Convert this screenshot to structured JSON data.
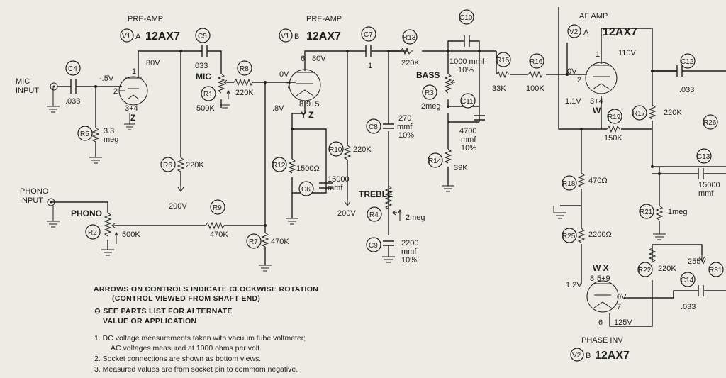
{
  "tubes": {
    "v1a": {
      "ref": "V1",
      "section": "A",
      "type": "12AX7",
      "title": "PRE-AMP"
    },
    "v1b": {
      "ref": "V1",
      "section": "B",
      "type": "12AX7",
      "title": "PRE-AMP"
    },
    "v2a": {
      "ref": "V2",
      "section": "A",
      "type": "12AX7",
      "title": "AF AMP"
    },
    "v2b": {
      "ref": "V2",
      "section": "B",
      "type": "12AX7",
      "title": "PHASE INV"
    }
  },
  "inputs": {
    "mic": [
      "MIC",
      "INPUT"
    ],
    "phono": [
      "PHONO",
      "INPUT"
    ]
  },
  "controls": {
    "mic": "MIC",
    "phono": "PHONO",
    "bass": "BASS",
    "treble": "TREBLE"
  },
  "parts": {
    "C4": {
      "ref": "C4",
      "value": ".033"
    },
    "C5": {
      "ref": "C5",
      "value": ".033"
    },
    "C6": {
      "ref": "C6",
      "value": [
        "15000",
        "mmf"
      ]
    },
    "C7": {
      "ref": "C7",
      "value": ".1"
    },
    "C8": {
      "ref": "C8",
      "value": [
        "270",
        "mmf",
        "10%"
      ]
    },
    "C9": {
      "ref": "C9",
      "value": [
        "2200",
        "mmf",
        "10%"
      ]
    },
    "C10": {
      "ref": "C10",
      "value": [
        "1000 mmf",
        "10%"
      ]
    },
    "C11": {
      "ref": "C11",
      "value": [
        "4700",
        "mmf",
        "10%"
      ]
    },
    "C12": {
      "ref": "C12",
      "value": ".033"
    },
    "C13": {
      "ref": "C13",
      "value": [
        "15000",
        "mmf"
      ]
    },
    "C14": {
      "ref": "C14",
      "value": ".033"
    },
    "R1": {
      "ref": "R1",
      "value": "500K"
    },
    "R2": {
      "ref": "R2",
      "value": "500K"
    },
    "R3": {
      "ref": "R3",
      "value": "2meg"
    },
    "R4": {
      "ref": "R4",
      "value": "2meg"
    },
    "R5": {
      "ref": "R5",
      "value": [
        "3.3",
        "meg"
      ]
    },
    "R6": {
      "ref": "R6",
      "value": "220K"
    },
    "R7": {
      "ref": "R7",
      "value": "470K"
    },
    "R8": {
      "ref": "R8",
      "value": "220K"
    },
    "R9": {
      "ref": "R9",
      "value": "470K"
    },
    "R10": {
      "ref": "R10",
      "value": "220K"
    },
    "R12": {
      "ref": "R12",
      "value": "1500Ω"
    },
    "R13": {
      "ref": "R13",
      "value": "220K"
    },
    "R14": {
      "ref": "R14",
      "value": "39K"
    },
    "R15": {
      "ref": "R15",
      "value": "33K"
    },
    "R16": {
      "ref": "R16",
      "value": "100K"
    },
    "R17": {
      "ref": "R17",
      "value": "220K"
    },
    "R18": {
      "ref": "R18",
      "value": "470Ω"
    },
    "R19": {
      "ref": "R19",
      "value": "150K"
    },
    "R21": {
      "ref": "R21",
      "value": "1meg"
    },
    "R22": {
      "ref": "R22",
      "value": "220K"
    },
    "R25": {
      "ref": "R25",
      "value": "2200Ω"
    },
    "R26": {
      "ref": "R26"
    },
    "R31": {
      "ref": "R31"
    }
  },
  "voltages": {
    "v1a_plate": "80V",
    "v1a_grid": "-.5V",
    "v1b_plate": "80V",
    "v1b_grid": "0V",
    "v1b_cathode": ".8V",
    "b_plus_1": "200V",
    "b_plus_2": "200V",
    "v2a_plate": "110V",
    "v2a_grid": "0V",
    "v2a_cathode": "1.1V",
    "v2b_grid": "1.2V",
    "v2b_grid2": "0V",
    "v2b_plate": "125V",
    "b_plus_3": "255V"
  },
  "pins": {
    "v1a": {
      "plate": "1",
      "grid": "2",
      "cathode": "3+4",
      "heater": "Z"
    },
    "v1b": {
      "plate": "6",
      "grid": "7",
      "cathode": "8",
      "heater": "9+5",
      "heater_label": "Y Z"
    },
    "v2a": {
      "plate": "1",
      "grid": "2",
      "cathode": "3+4",
      "heater": "W"
    },
    "v2b": {
      "plate": "6",
      "grid": "7",
      "cathode": "8",
      "heater": "5+9",
      "heater_label": "W X"
    }
  },
  "notes": {
    "arrows": [
      "ARROWS ON CONTROLS INDICATE CLOCKWISE ROTATION",
      "(CONTROL VIEWED FROM SHAFT END)"
    ],
    "parts_list": [
      "⊖ SEE PARTS LIST FOR ALTERNATE",
      "VALUE OR APPLICATION"
    ],
    "numbered": [
      "1.  DC voltage measurements taken with vacuum tube voltmeter;",
      "AC voltages measured at 1000 ohms per volt.",
      "2.  Socket connections are shown as bottom views.",
      "3.  Measured values are from socket pin to commom negative."
    ]
  },
  "colors": {
    "paper": "#ecebe4",
    "ink": "#1e1e1e"
  }
}
